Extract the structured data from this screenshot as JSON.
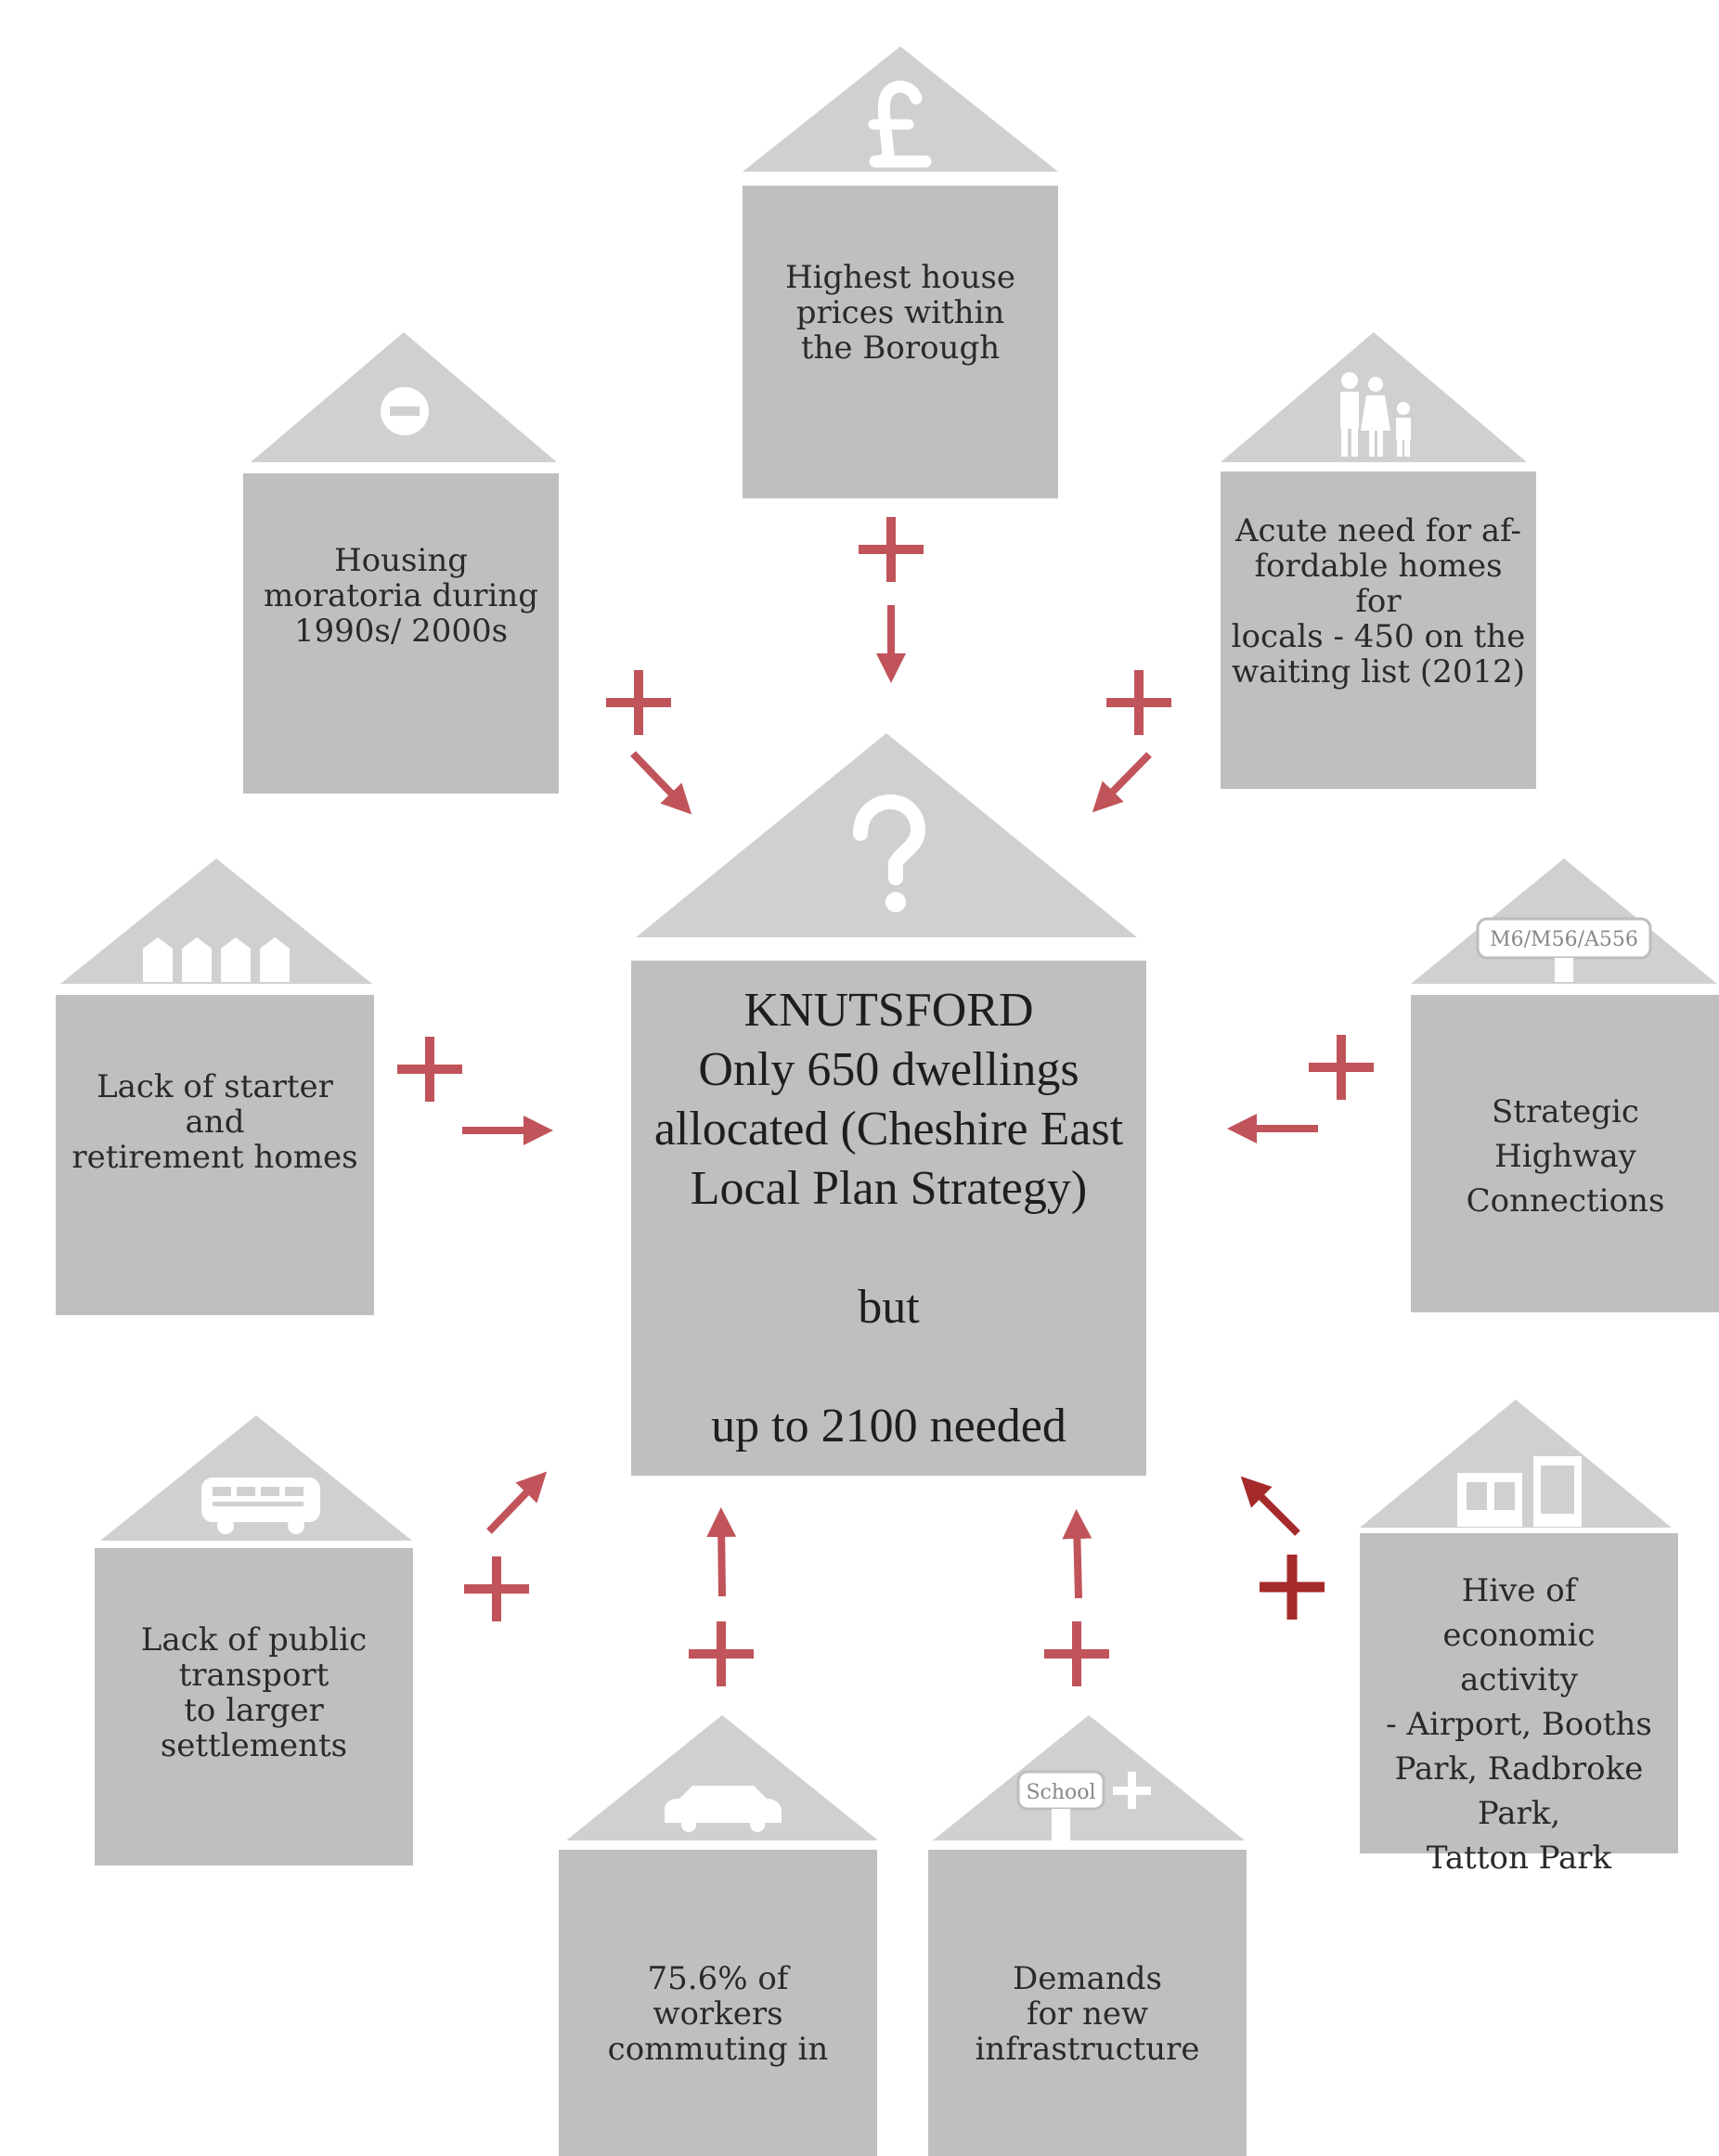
{
  "colors": {
    "roof": "#d0d0d0",
    "box": "#bfbfbf",
    "plus": "#c0545a",
    "arrow": "#c0545a",
    "plus_dark": "#a52a2a",
    "icon": "#ffffff"
  },
  "center": {
    "text": "KNUTSFORD\nOnly 650 dwellings\nallocated (Cheshire East\nLocal Plan Strategy)\n\nbut\n\nup to 2100 needed",
    "icon": "question-mark-icon"
  },
  "factors": {
    "house_prices": {
      "text": "Highest house\nprices within\nthe Borough",
      "icon": "pound-sign-icon"
    },
    "moratoria": {
      "text": "Housing\nmoratoria during\n1990s/ 2000s",
      "icon": "no-entry-icon"
    },
    "affordable": {
      "text": "Acute need for af-\nfordable homes for\nlocals - 450 on the\nwaiting list (2012)",
      "icon": "family-icon"
    },
    "starter_homes": {
      "text": "Lack of starter and\nretirement homes",
      "icon": "terraced-houses-icon"
    },
    "highway": {
      "text": "Strategic\nHighway\nConnections",
      "icon": "road-sign-icon",
      "sign_text": "M6/M56/A556"
    },
    "public_transport": {
      "text": "Lack of public\ntransport\nto larger\nsettlements",
      "icon": "bus-icon"
    },
    "economic": {
      "text": "Hive of\neconomic\nactivity\n- Airport, Booths\nPark, Radbroke Park,\nTatton Park",
      "icon": "buildings-icon"
    },
    "commuting": {
      "text": "75.6% of\nworkers\ncommuting in",
      "icon": "car-icon"
    },
    "infrastructure": {
      "text": "Demands\nfor new\ninfrastructure",
      "icon": "school-sign-icon",
      "sign_text": "School"
    }
  }
}
